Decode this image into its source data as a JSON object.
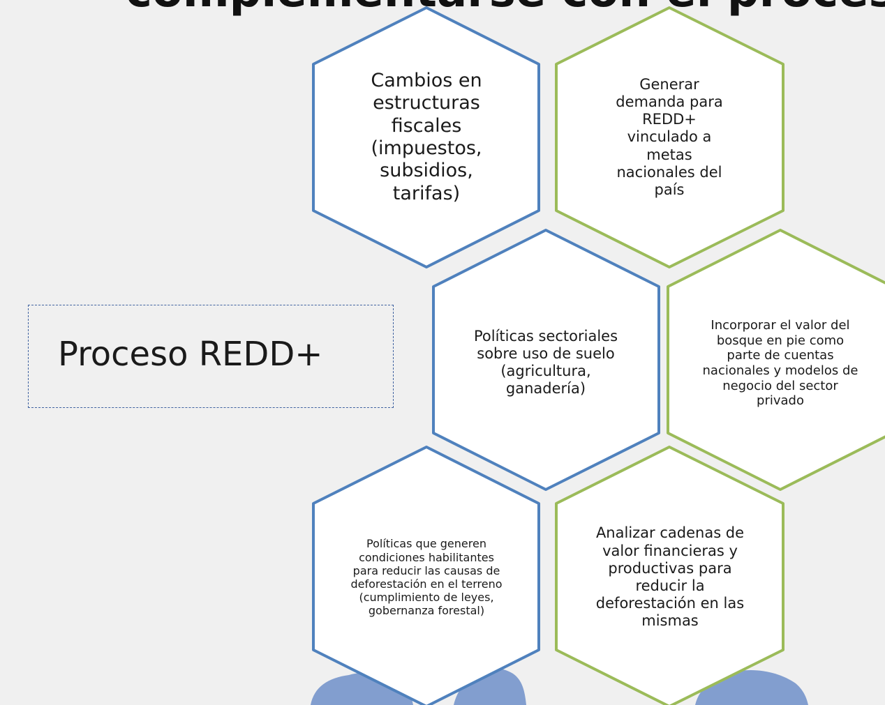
{
  "title": "complementarse con el proceso",
  "proceso_label": "Proceso REDD+",
  "hexagons": [
    {
      "id": "cambios-fiscales",
      "text": "Cambios en estructuras fiscales (impuestos, subsidios, tarifas)",
      "border": "#4f81bd"
    },
    {
      "id": "generar-demanda",
      "text": "Generar demanda para REDD+ vinculado a metas nacionales del país",
      "border": "#9bbb59"
    },
    {
      "id": "politicas-sectoriales",
      "text": "Políticas sectoriales sobre uso de suelo (agricultura, ganadería)",
      "border": "#4f81bd"
    },
    {
      "id": "incorporar-valor",
      "text": "Incorporar el valor del bosque en pie como parte de cuentas nacionales y modelos de negocio del sector privado",
      "border": "#9bbb59"
    },
    {
      "id": "condiciones-habilitantes",
      "text": "Políticas que generen condiciones habilitantes para reducir las causas de deforestación en el terreno (cumplimiento de leyes, gobernanza forestal)",
      "border": "#4f81bd"
    },
    {
      "id": "cadenas-valor",
      "text": "Analizar cadenas de valor financieras y productivas para reducir la deforestación en las mismas",
      "border": "#9bbb59"
    }
  ],
  "colors": {
    "background": "#f0f0f0",
    "blue_border": "#4f81bd",
    "green_border": "#9bbb59",
    "tree": "#6f8fc9"
  }
}
